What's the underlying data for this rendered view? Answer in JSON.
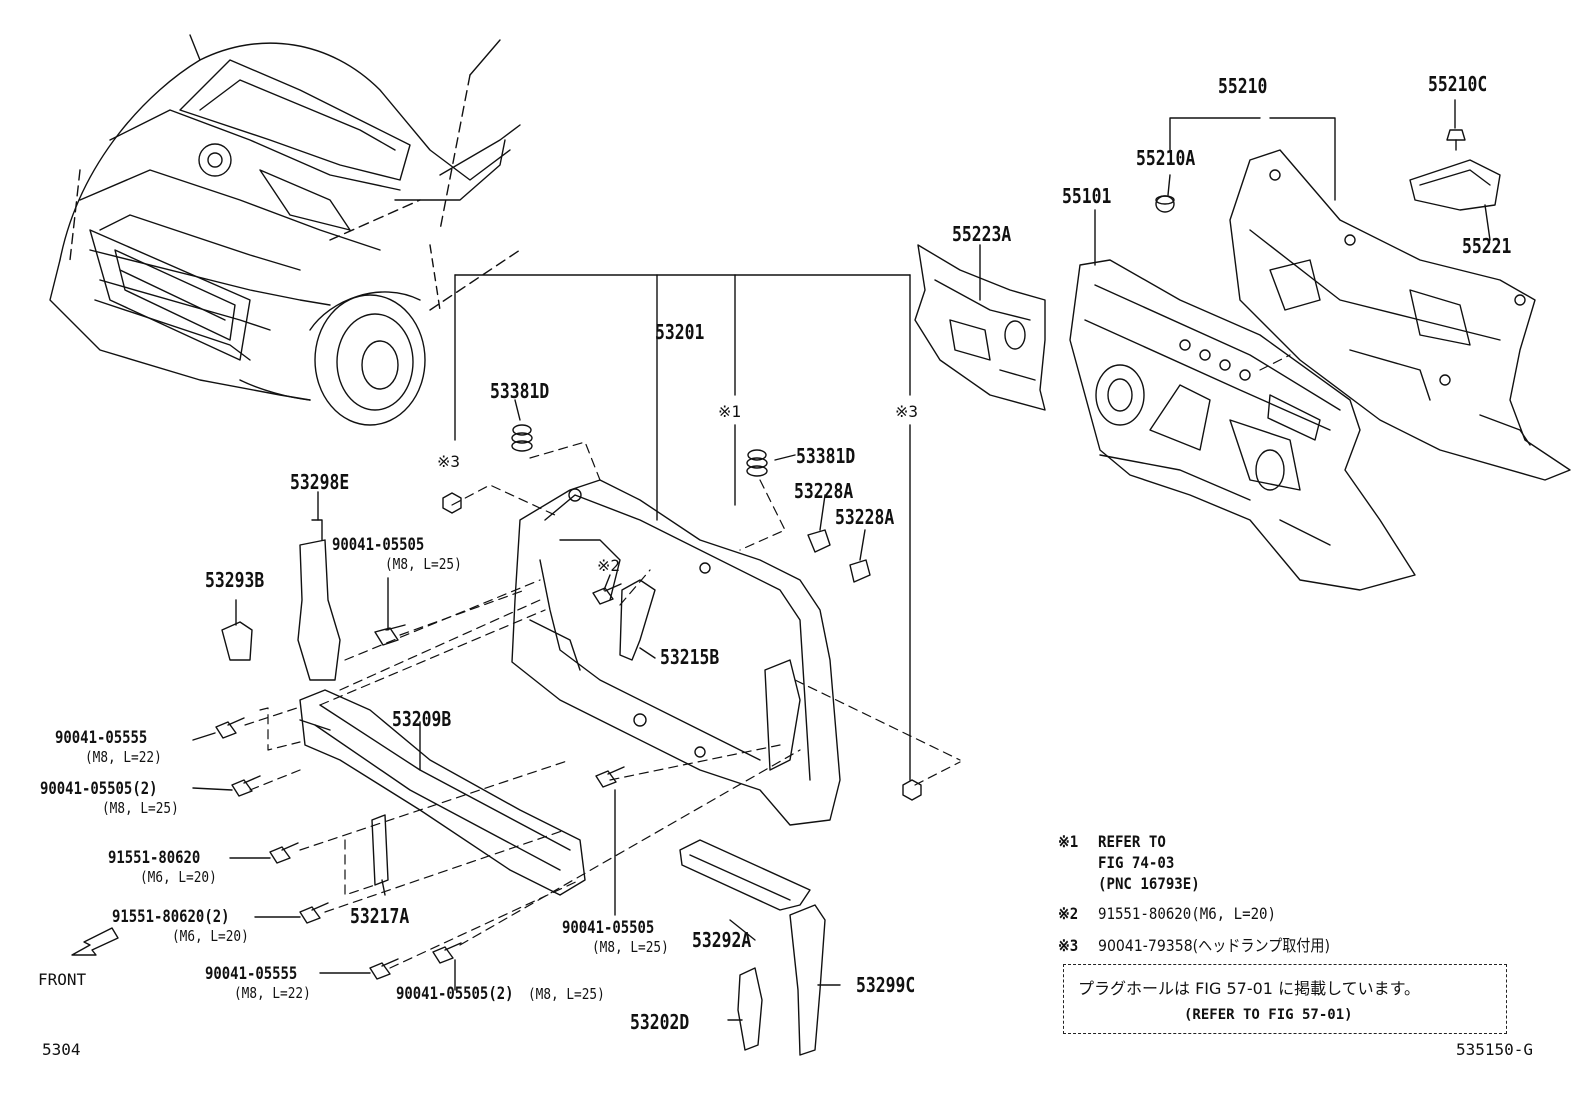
{
  "diagram": {
    "page_number": "5304",
    "figure_code": "535150-G",
    "front_label": "FRONT",
    "parts": [
      {
        "id": "p55210",
        "label": "55210"
      },
      {
        "id": "p55210C",
        "label": "55210C"
      },
      {
        "id": "p55210A",
        "label": "55210A"
      },
      {
        "id": "p55101",
        "label": "55101"
      },
      {
        "id": "p55223A",
        "label": "55223A"
      },
      {
        "id": "p55221",
        "label": "55221"
      },
      {
        "id": "p53201",
        "label": "53201"
      },
      {
        "id": "p53381D_a",
        "label": "53381D"
      },
      {
        "id": "p53381D_b",
        "label": "53381D"
      },
      {
        "id": "p53228A_a",
        "label": "53228A"
      },
      {
        "id": "p53228A_b",
        "label": "53228A"
      },
      {
        "id": "p53298E",
        "label": "53298E"
      },
      {
        "id": "p53293B",
        "label": "53293B"
      },
      {
        "id": "p53215B",
        "label": "53215B"
      },
      {
        "id": "p53209B",
        "label": "53209B"
      },
      {
        "id": "p53217A",
        "label": "53217A"
      },
      {
        "id": "p53292A",
        "label": "53292A"
      },
      {
        "id": "p53299C",
        "label": "53299C"
      },
      {
        "id": "p53202D",
        "label": "53202D"
      }
    ],
    "fasteners": [
      {
        "id": "f1",
        "part": "90041-05505",
        "spec": "(M8, L=25)"
      },
      {
        "id": "f2",
        "part": "90041-05555",
        "spec": "(M8, L=22)"
      },
      {
        "id": "f3",
        "part": "90041-05505(2)",
        "spec": "(M8, L=25)"
      },
      {
        "id": "f4",
        "part": "91551-80620",
        "spec": "(M6, L=20)"
      },
      {
        "id": "f5",
        "part": "91551-80620(2)",
        "spec": "(M6, L=20)"
      },
      {
        "id": "f6",
        "part": "90041-05555",
        "spec": "(M8, L=22)"
      },
      {
        "id": "f7",
        "part": "90041-05505(2)",
        "spec": "(M8, L=25)"
      },
      {
        "id": "f8",
        "part": "90041-05505",
        "spec": "(M8, L=25)"
      }
    ],
    "callouts": {
      "mark3_left": "※3",
      "mark3_right": "※3",
      "mark1": "※1",
      "mark2": "※2"
    },
    "notes": {
      "n1_mark": "※1",
      "n1_line1": "REFER TO",
      "n1_line2": "FIG 74-03",
      "n1_line3": "(PNC 16793E)",
      "n2_mark": "※2",
      "n2_text": "91551-80620(M6, L=20)",
      "n3_mark": "※3",
      "n3_text": "90041-79358(ヘッドランプ取付用)",
      "box_jp": "プラグホールは FIG 57-01 に掲載しています。",
      "box_en": "(REFER TO FIG 57-01)"
    }
  }
}
